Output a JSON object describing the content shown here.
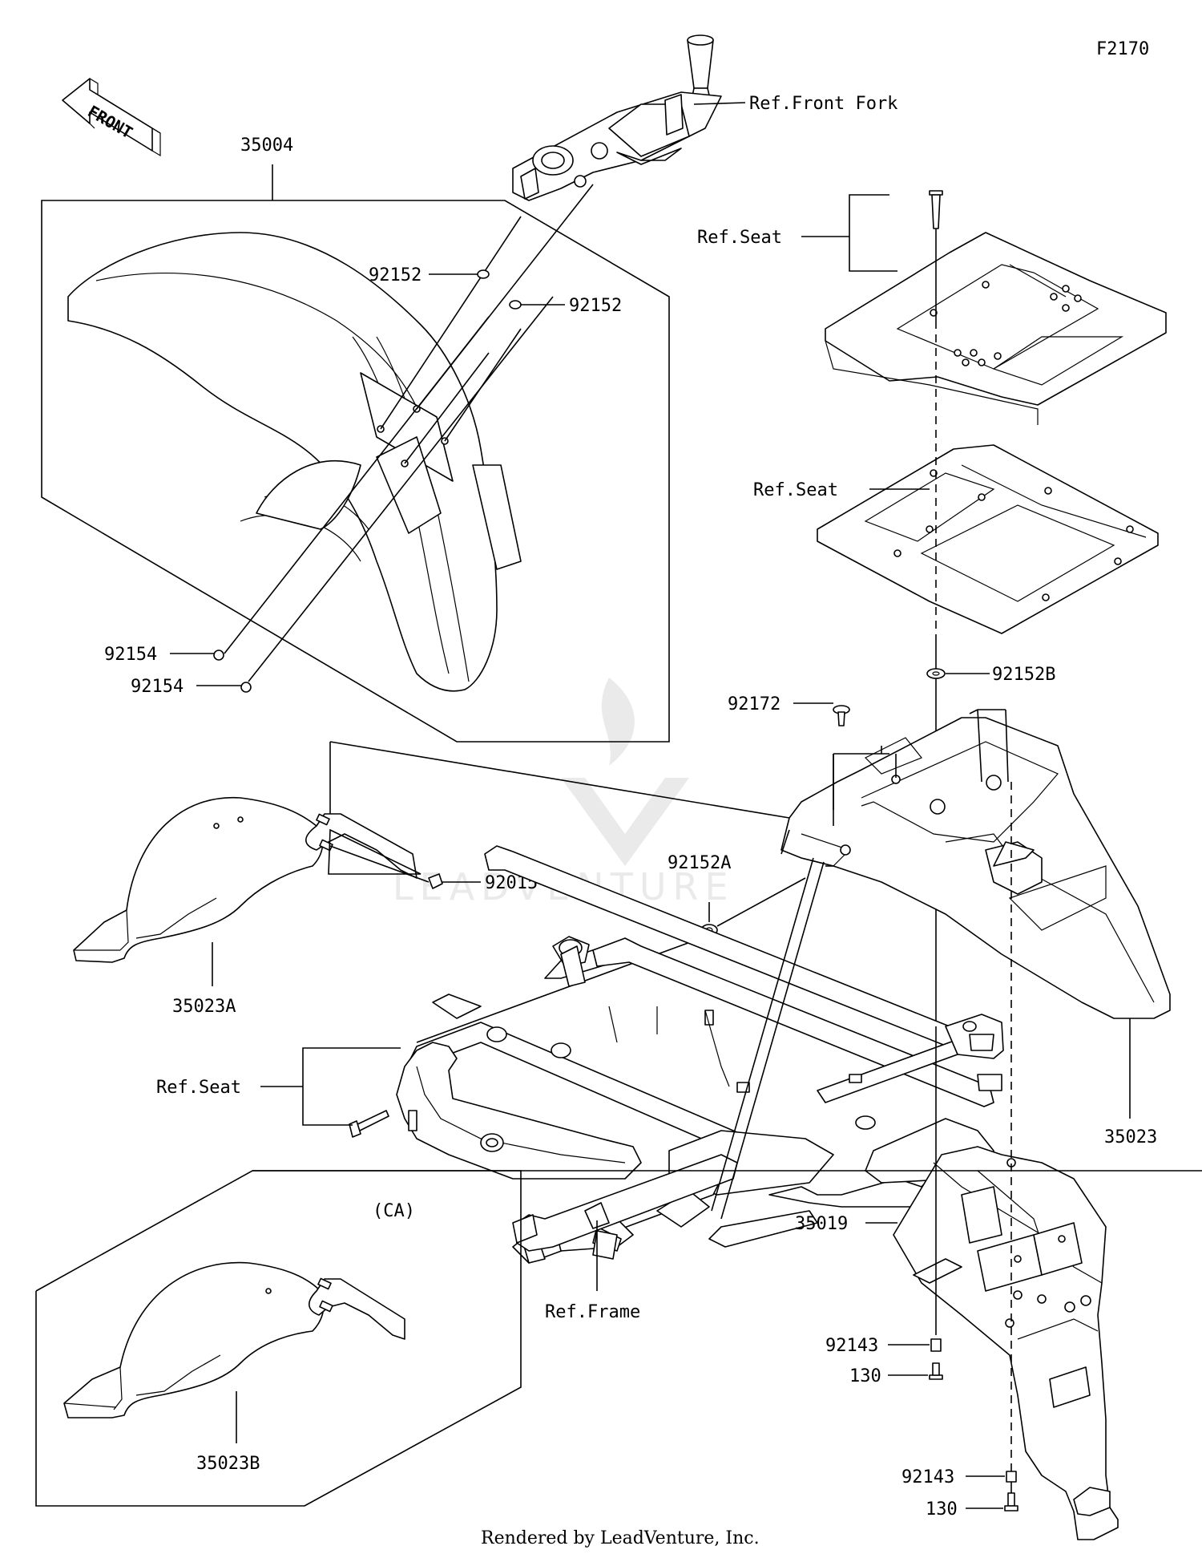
{
  "diagram_code": "F2170",
  "front_arrow": "FRONT",
  "variant_note": "(CA)",
  "footer": "Rendered by LeadVenture, Inc.",
  "watermark": "LEADVENTURE",
  "labels": {
    "ref_front_fork": "Ref.Front Fork",
    "p35004": "35004",
    "p92152_a": "92152",
    "p92152_b": "92152",
    "p92154_a": "92154",
    "p92154_b": "92154",
    "ref_seat_1": "Ref.Seat",
    "ref_seat_2": "Ref.Seat",
    "p92152B": "92152B",
    "p92172": "92172",
    "p92152A": "92152A",
    "p92015": "92015",
    "p35023A": "35023A",
    "ref_seat_3": "Ref.Seat",
    "p35023": "35023",
    "p35019": "35019",
    "ref_frame": "Ref.Frame",
    "p92143_a": "92143",
    "p130_a": "130",
    "p92143_b": "92143",
    "p130_b": "130",
    "p35023B": "35023B"
  }
}
